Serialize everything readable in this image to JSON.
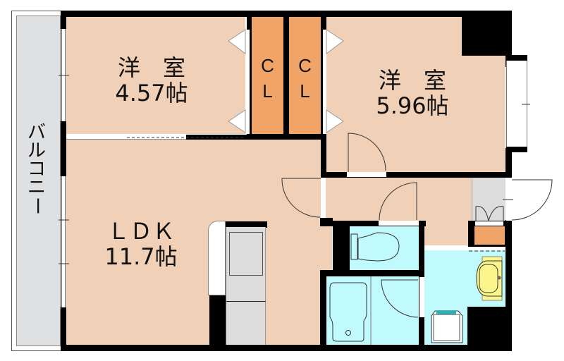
{
  "floorplan": {
    "balcony": {
      "label_chars": [
        "バ",
        "ル",
        "コ",
        "ニ",
        "ー"
      ]
    },
    "rooms": {
      "western_room_1": {
        "name": "洋　室",
        "size": "4.57帖"
      },
      "western_room_2": {
        "name": "洋　室",
        "size": "5.96帖"
      },
      "ldk": {
        "name": "ＬＤＫ",
        "size": "11.7帖"
      },
      "closet_1": {
        "line1": "C",
        "line2": "L"
      },
      "closet_2": {
        "line1": "C",
        "line2": "L"
      }
    },
    "colors": {
      "room_floor": "#f0d0b6",
      "closet": "#f0a468",
      "wet_area": "#c0fafc",
      "balcony": "#dfe0e2",
      "wall": "#000000",
      "washbasin": "#fbf58c",
      "washer_accent": "#20b8c0"
    }
  }
}
